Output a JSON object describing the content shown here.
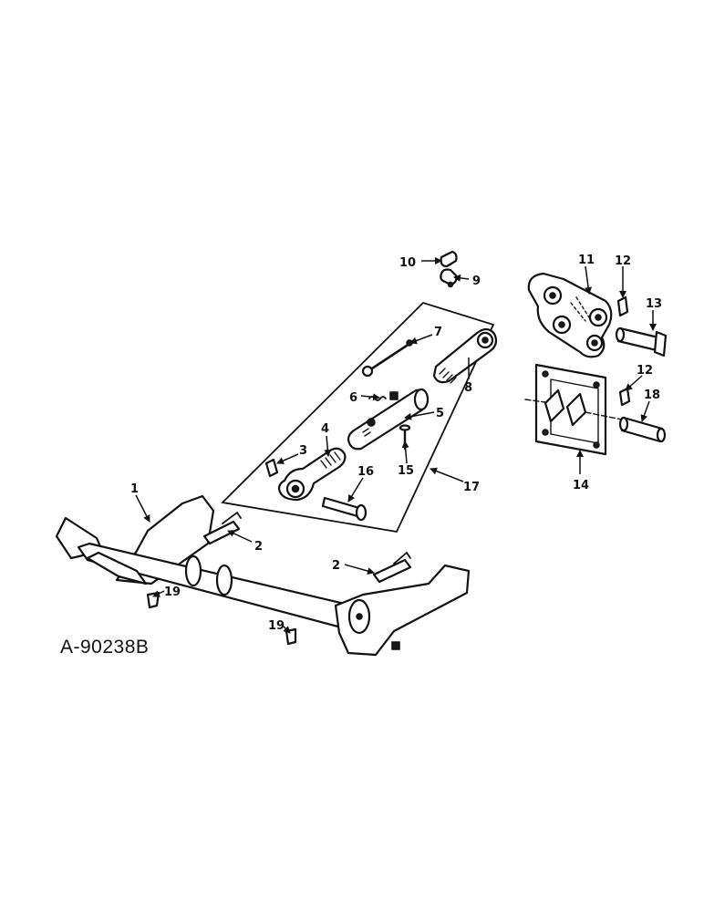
{
  "drawing_number": "A-90238B",
  "callouts": {
    "c1": "1",
    "c2a": "2",
    "c2b": "2",
    "c3": "3",
    "c4": "4",
    "c5": "5",
    "c6": "6",
    "c7": "7",
    "c8": "8",
    "c9": "9",
    "c10": "10",
    "c11": "11",
    "c12a": "12",
    "c12b": "12",
    "c13": "13",
    "c14": "14",
    "c15": "15",
    "c16": "16",
    "c17": "17",
    "c18": "18",
    "c19a": "19",
    "c19b": "19"
  }
}
